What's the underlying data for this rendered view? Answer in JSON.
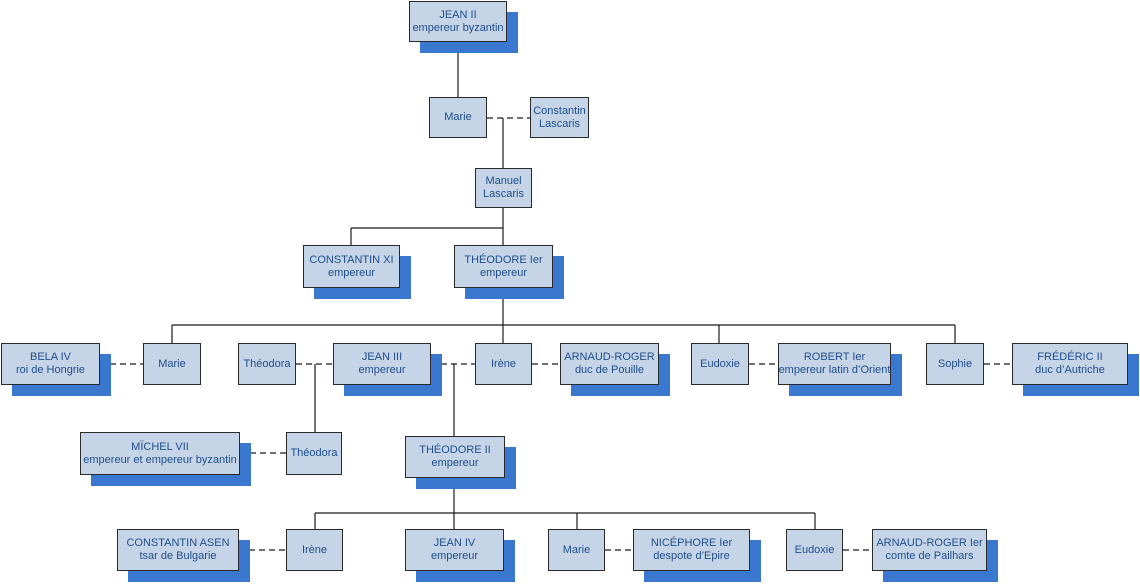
{
  "persons": {
    "jean2": {
      "line1": "JEAN II",
      "line2": "empereur byzantin"
    },
    "marie_a": {
      "line1": "Marie"
    },
    "constantin_l": {
      "line1": "Constantin",
      "line2": "Lascaris"
    },
    "manuel": {
      "line1": "Manuel",
      "line2": "Lascaris"
    },
    "constantin11": {
      "line1": "CONSTANTIN XI",
      "line2": "empereur"
    },
    "theodore1": {
      "line1": "THÉODORE Ier",
      "line2": "empereur"
    },
    "bela4": {
      "line1": "BELA IV",
      "line2": "roi de Hongrie"
    },
    "marie_b": {
      "line1": "Marie"
    },
    "theodora_a": {
      "line1": "Théodora"
    },
    "jean3": {
      "line1": "JEAN III",
      "line2": "empereur"
    },
    "irene_a": {
      "line1": "Irène"
    },
    "arnaud_a": {
      "line1": "ARNAUD-ROGER",
      "line2": "duc de Pouille"
    },
    "eudoxie_a": {
      "line1": "Eudoxie"
    },
    "robert1": {
      "line1": "ROBERT Ier",
      "line2": "empereur latin d’Orient"
    },
    "sophie": {
      "line1": "Sophie"
    },
    "frederic2": {
      "line1": "FRÉDÉRIC II",
      "line2": "duc d’Autriche"
    },
    "michel7": {
      "line1": "MÏCHEL VII",
      "line2": "empereur et empereur byzantin"
    },
    "theodora_b": {
      "line1": "Théodora"
    },
    "theodore2": {
      "line1": "THÉODORE II",
      "line2": "empereur"
    },
    "constantin_asen": {
      "line1": "CONSTANTIN ASEN",
      "line2": "tsar de Bulgarie"
    },
    "irene_b": {
      "line1": "Irène"
    },
    "jean4": {
      "line1": "JEAN IV",
      "line2": "empereur"
    },
    "marie_c": {
      "line1": "Marie"
    },
    "nicephore1": {
      "line1": "NICÉPHORE Ier",
      "line2": "despote d’Epire"
    },
    "eudoxie_b": {
      "line1": "Eudoxie"
    },
    "arnaud_b": {
      "line1": "ARNAUD-ROGER Ier",
      "line2": "comte de Pailhars"
    }
  },
  "colors": {
    "box_fill": "#c5d4e6",
    "box_border": "#2a2a2a",
    "box_text": "#1f4e8c",
    "shadow": "#3a78d0",
    "connector": "#1a1a1a"
  }
}
